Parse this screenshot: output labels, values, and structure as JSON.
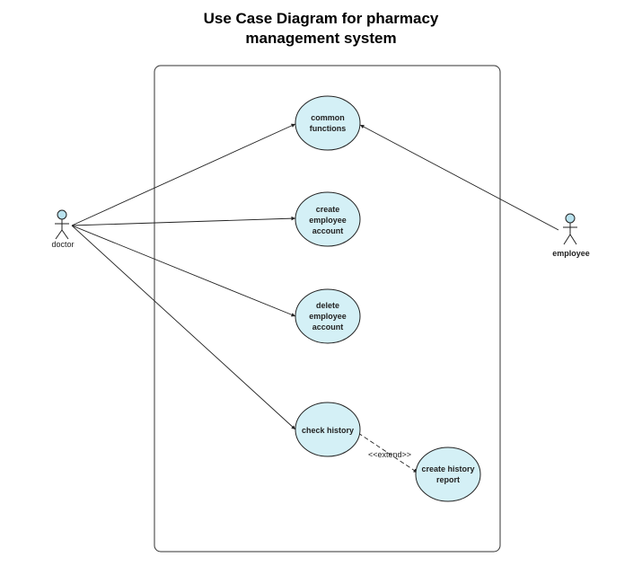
{
  "title": {
    "line1": "Use Case Diagram for pharmacy",
    "line2": "management system"
  },
  "actors": {
    "doctor": {
      "label": "doctor"
    },
    "employee": {
      "label": "employee"
    }
  },
  "use_cases": {
    "common_functions": {
      "lines": [
        "common",
        "functions"
      ]
    },
    "create_employee_account": {
      "lines": [
        "create",
        "employee",
        "account"
      ]
    },
    "delete_employee_account": {
      "lines": [
        "delete",
        "employee",
        "account"
      ]
    },
    "check_history": {
      "lines": [
        "check history"
      ]
    },
    "create_history_report": {
      "lines": [
        "create history",
        "report"
      ]
    }
  },
  "relations": {
    "extend_label": "<<extend>>"
  },
  "colors": {
    "use_case_fill": "#d4f0f6",
    "actor_head_fill": "#b9e2ee",
    "line": "#222222"
  }
}
